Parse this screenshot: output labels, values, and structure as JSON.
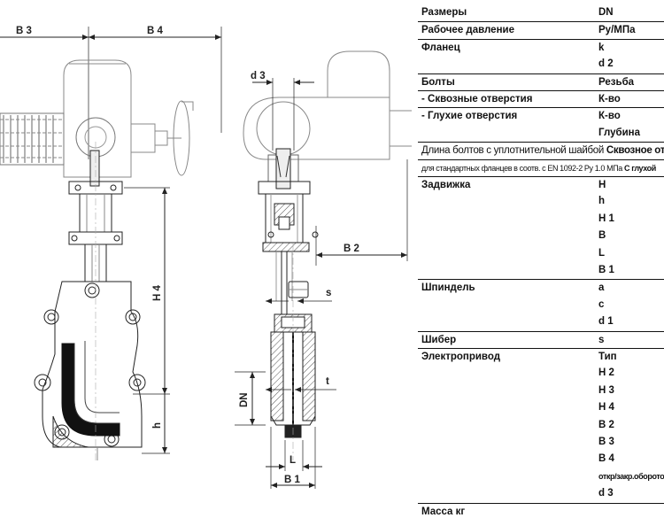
{
  "drawing": {
    "labels": {
      "b3": "B 3",
      "b4": "B 4",
      "d3": "d 3",
      "h4": "H 4",
      "b2": "B 2",
      "s": "s",
      "t": "t",
      "dn": "DN",
      "h": "h",
      "l": "L",
      "b1": "B 1"
    }
  },
  "table": {
    "rows": [
      {
        "label": "Размеры",
        "symbol": "DN",
        "border": false
      },
      {
        "label": "Рабочее давление",
        "symbol": "Py/МПа",
        "border": true
      },
      {
        "label": "Фланец",
        "symbol": "k",
        "border": true
      },
      {
        "label": "",
        "symbol": "d 2",
        "border": false
      },
      {
        "label": "Болты",
        "symbol": "Резьба",
        "border": true
      },
      {
        "label": " - Сквозные отверстия",
        "symbol": "К-во",
        "border": true
      },
      {
        "label": "- Глухие отверстия",
        "symbol": "К-во",
        "border": true
      },
      {
        "label": "",
        "symbol": "Глубина",
        "border": false
      },
      {
        "label": "Длина болтов с уплотнительной шайбой",
        "extra": "Сквозное от",
        "symbol": "",
        "border": true,
        "style": "wide"
      },
      {
        "label": "для стандартных фланцев в соотв. с EN 1092-2 Py 1.0 МПа",
        "extra": "С глухой",
        "symbol": "",
        "border": true,
        "style": "small"
      },
      {
        "label": "Задвижка",
        "symbol": "H",
        "border": true
      },
      {
        "label": "",
        "symbol": "h",
        "border": false
      },
      {
        "label": "",
        "symbol": "H 1",
        "border": false
      },
      {
        "label": "",
        "symbol": "B",
        "border": false
      },
      {
        "label": "",
        "symbol": "L",
        "border": false
      },
      {
        "label": "",
        "symbol": "B 1",
        "border": false
      },
      {
        "label": "Шпиндель",
        "symbol": "a",
        "border": true
      },
      {
        "label": "",
        "symbol": "c",
        "border": false
      },
      {
        "label": "",
        "symbol": "d 1",
        "border": false
      },
      {
        "label": "Шибер",
        "symbol": "s",
        "border": true
      },
      {
        "label": "Электропривод",
        "symbol": "Тип",
        "border": true
      },
      {
        "label": "",
        "symbol": "H 2",
        "border": false
      },
      {
        "label": "",
        "symbol": "H 3",
        "border": false
      },
      {
        "label": "",
        "symbol": "H 4",
        "border": false
      },
      {
        "label": "",
        "symbol": "B 2",
        "border": false
      },
      {
        "label": "",
        "symbol": "B 3",
        "border": false
      },
      {
        "label": "",
        "symbol": "B 4",
        "border": false
      },
      {
        "label": "",
        "symbol": "откр/закр.оборото",
        "border": false,
        "symbolStyle": "small"
      },
      {
        "label": "",
        "symbol": "d 3",
        "border": false
      },
      {
        "label": "Масса кг",
        "symbol": "",
        "border": true
      }
    ]
  }
}
